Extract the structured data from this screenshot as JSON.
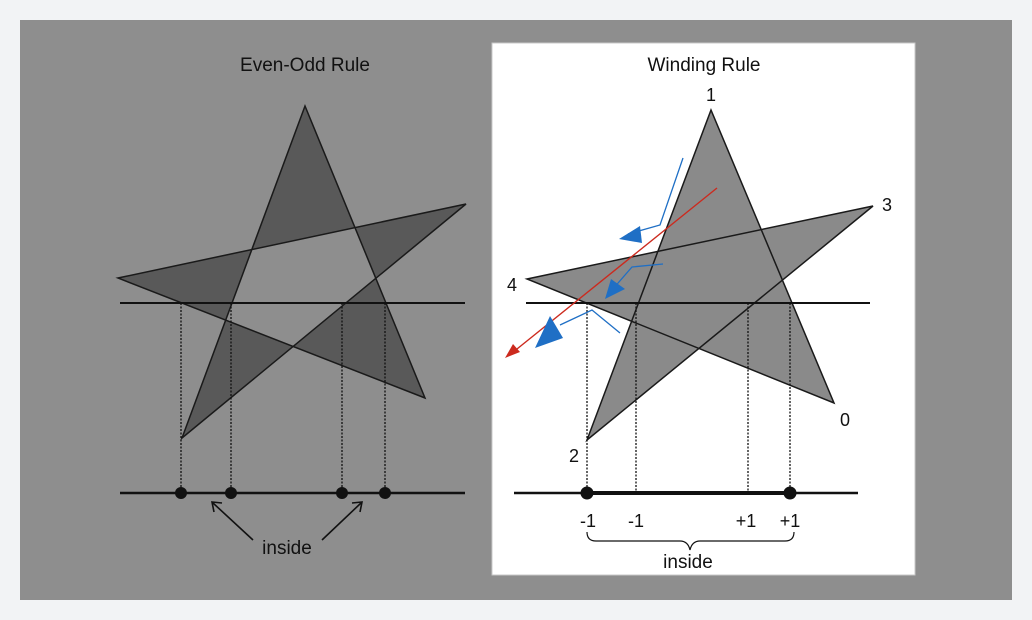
{
  "panels": {
    "left": {
      "title": "Even-Odd Rule",
      "inside_label": "inside"
    },
    "right": {
      "title": "Winding Rule",
      "vertex_labels": [
        "0",
        "1",
        "2",
        "3",
        "4"
      ],
      "winding_values": [
        "-1",
        "-1",
        "+1",
        "+1"
      ],
      "inside_label": "inside"
    }
  },
  "colors": {
    "frame_background": "#8e8e8e",
    "page_background": "#f2f3f5",
    "right_panel_background": "#ffffff",
    "star_fill_dark": "#595959",
    "star_fill_light": "#8a8a8a",
    "arrow_red": "#cc2a1e",
    "arrow_blue": "#1f6fc5"
  }
}
